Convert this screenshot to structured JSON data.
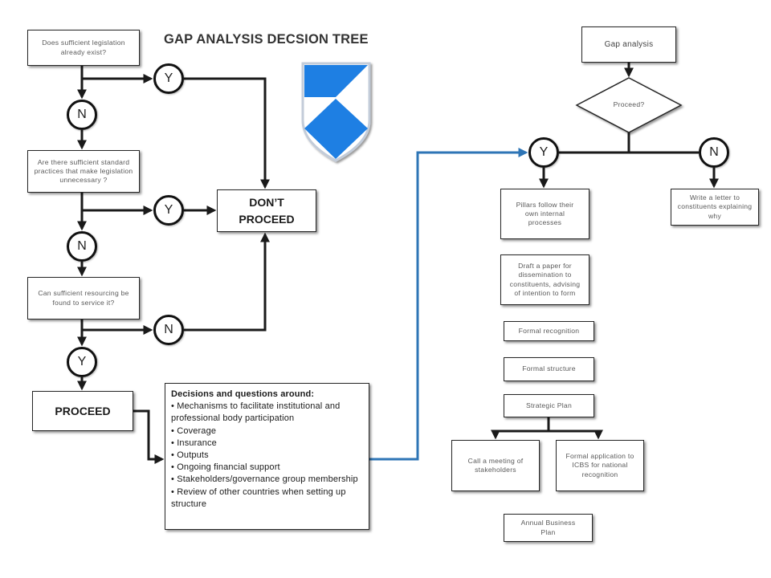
{
  "title": "GAP ANALYSIS DECSION TREE",
  "left_tree": {
    "question_1": "Does sufficient legislation already exist?",
    "question_1_yes": "Y",
    "question_1_no": "N",
    "question_2": "Are there sufficient standard practices that make legislation unnecessary ?",
    "question_2_yes": "Y",
    "question_2_no": "N",
    "question_3": "Can sufficient resourcing be found to service it?",
    "question_3_no": "N",
    "question_3_yes": "Y",
    "dont_proceed": "DON’T PROCEED",
    "proceed": "PROCEED"
  },
  "decisions": {
    "heading": "Decisions and questions around:",
    "items": [
      "Mechanisms to facilitate institutional and professional body participation",
      "Coverage",
      "Insurance",
      "Outputs",
      "Ongoing financial support",
      "Stakeholders/governance group membership",
      "Review of other countries when setting up structure"
    ]
  },
  "right_tree": {
    "start": "Gap analysis",
    "decision": "Proceed?",
    "yes": "Y",
    "no": "N",
    "no_outcome": "Write a letter to constituents explaining why",
    "steps": [
      "Pillars follow their own internal processes",
      "Draft a paper for dissemination to constituents, advising of intention to form",
      "Formal recognition",
      "Formal structure",
      "Strategic Plan"
    ],
    "plan_branches": [
      "Call a meeting of stakeholders",
      "Formal application to ICBS for national recognition"
    ],
    "final_step": "Annual Business Plan"
  },
  "colors": {
    "connector": "#1a1a1a",
    "link_connector": "#2e75b6",
    "shield_blue": "#1e7fe3",
    "box_text": "#595959",
    "box_border": "#262626"
  }
}
